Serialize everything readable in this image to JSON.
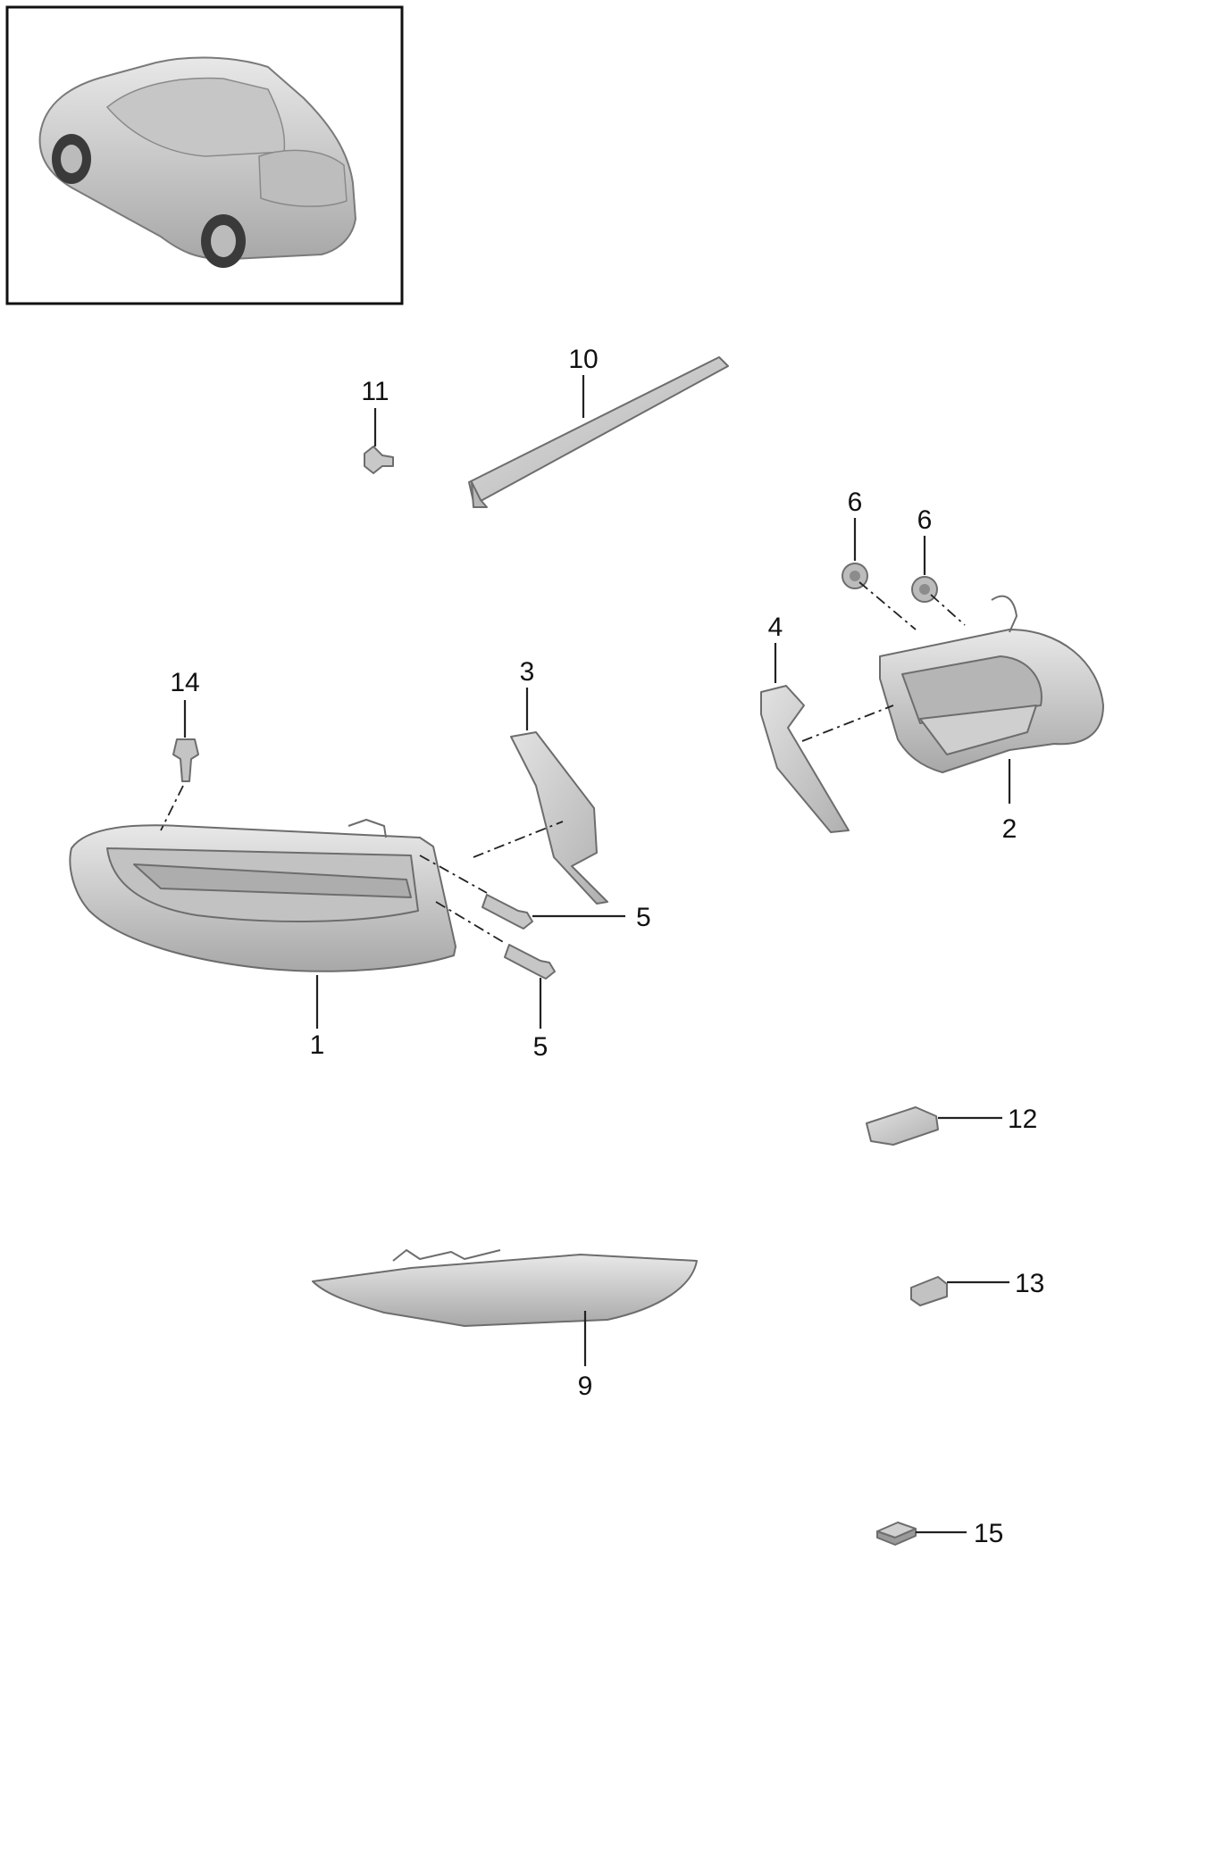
{
  "callouts": {
    "c1": "1",
    "c2": "2",
    "c3": "3",
    "c4": "4",
    "c5a": "5",
    "c5b": "5",
    "c6a": "6",
    "c6b": "6",
    "c9": "9",
    "c10": "10",
    "c11": "11",
    "c12": "12",
    "c13": "13",
    "c14": "14",
    "c15": "15"
  },
  "icons": {
    "thumbnail": "vehicle-suv-rear-icon"
  },
  "colors": {
    "part_fill": "#d4d4d4",
    "part_shade": "#a9a9a9",
    "outline": "#6d6d6d",
    "line": "#222222"
  }
}
